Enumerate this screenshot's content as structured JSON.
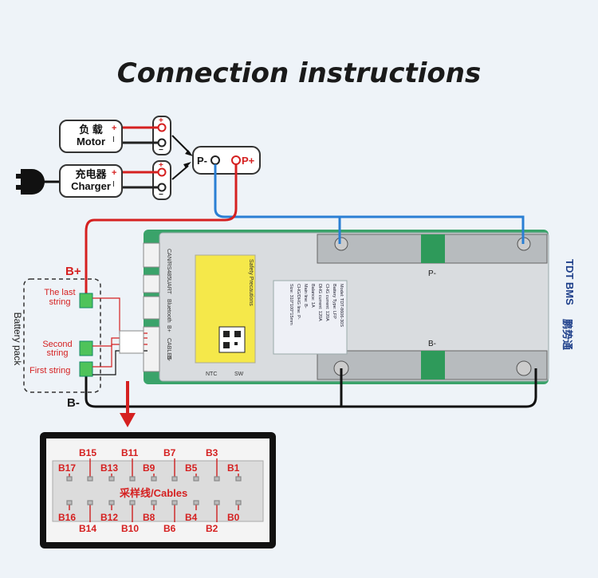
{
  "title": "Connection instructions",
  "motor": {
    "cn": "负 载",
    "en": "Motor",
    "plus": "+",
    "minus": "I"
  },
  "charger": {
    "cn": "充电器",
    "en": "Charger",
    "plus": "+",
    "minus": "I"
  },
  "terminals": {
    "plus": "+",
    "minus": "−",
    "p_minus": "P-",
    "p_plus": "P+"
  },
  "battery": {
    "b_plus": "B+",
    "b_minus": "B-",
    "last_string": "The last string",
    "second_string": "Second string",
    "first_string": "First string",
    "pack_label": "Battery pack"
  },
  "board": {
    "p_minus_label": "P-",
    "b_minus_label": "B-",
    "side_labels": [
      "CAN/RS485",
      "UART",
      "Bluetooth",
      "B+",
      "CABLES",
      "B-"
    ],
    "bottom_labels": [
      "NTC",
      "SW"
    ],
    "brand": "TDT BMS",
    "brand_cn": "鹏势通",
    "safety_title": "Safety Precautions",
    "spec_lines": [
      "Model: TDT-8606-30S",
      "Battery Type: LFP",
      "CHG current: 120A",
      "DHG current: 120A",
      "Balance: 1A",
      "Main line: B-",
      "CHG/DHG line: P-",
      "Size: 310*100*15mm"
    ]
  },
  "connector": {
    "caption": "采样线/Cables",
    "top_outer": [
      "B15",
      "B11",
      "B7",
      "B3"
    ],
    "top_inner": [
      "B17",
      "B13",
      "B9",
      "B5",
      "B1"
    ],
    "bottom_inner": [
      "B16",
      "B12",
      "B8",
      "B4",
      "B0"
    ],
    "bottom_outer": [
      "B14",
      "B10",
      "B6",
      "B2"
    ]
  }
}
